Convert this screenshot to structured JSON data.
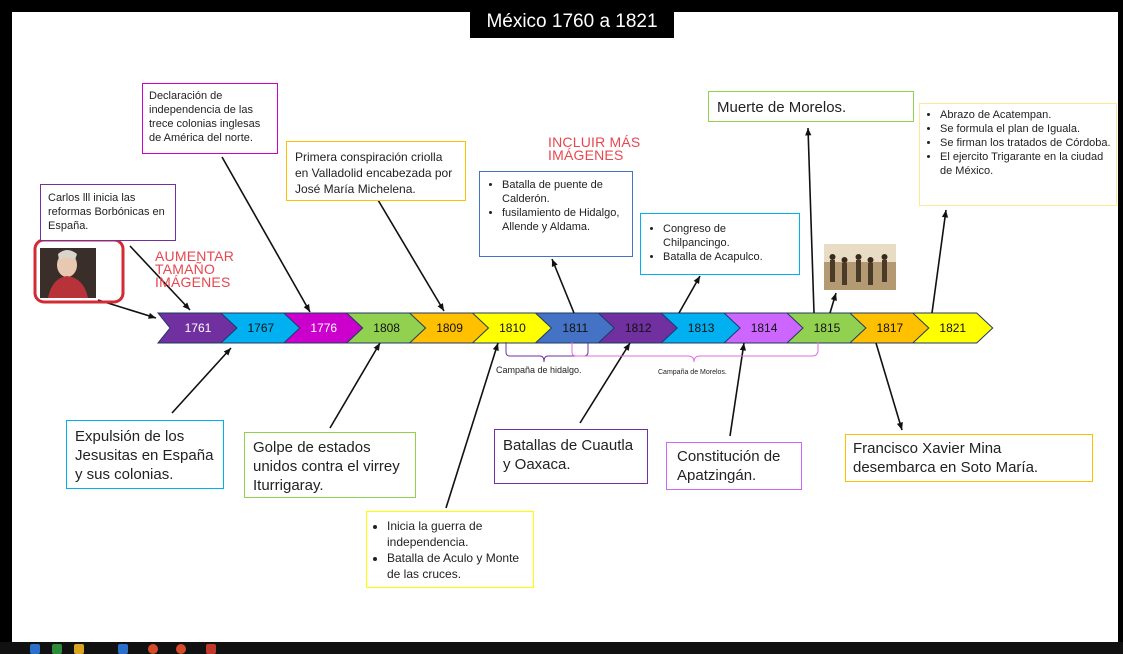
{
  "title": "México 1760 a 1821",
  "years": [
    {
      "label": "1761",
      "color": "#7030A0",
      "text": "#ffffff"
    },
    {
      "label": "1767",
      "color": "#00B0F0",
      "text": "#111111"
    },
    {
      "label": "1776",
      "color": "#CC00CC",
      "text": "#ffffff"
    },
    {
      "label": "1808",
      "color": "#92D050",
      "text": "#111111"
    },
    {
      "label": "1809",
      "color": "#FFC000",
      "text": "#111111"
    },
    {
      "label": "1810",
      "color": "#FFFF00",
      "text": "#111111"
    },
    {
      "label": "1811",
      "color": "#4472C4",
      "text": "#111111"
    },
    {
      "label": "1812",
      "color": "#7030A0",
      "text": "#111111"
    },
    {
      "label": "1813",
      "color": "#00B0F0",
      "text": "#111111"
    },
    {
      "label": "1814",
      "color": "#CC66FF",
      "text": "#111111"
    },
    {
      "label": "1815",
      "color": "#92D050",
      "text": "#111111"
    },
    {
      "label": "1817",
      "color": "#FFC000",
      "text": "#111111"
    },
    {
      "label": "1821",
      "color": "#FFFF00",
      "text": "#111111"
    }
  ],
  "events": {
    "carlos": "Carlos lll inicia las reformas Borbónicas en España.",
    "declaracion": "Declaración de independencia de las trece colonias inglesas de América del norte.",
    "conspiracion": "Primera conspiración criolla en Valladolid encabezada por José María Michelena.",
    "batallas_1811": [
      "Batalla de puente de Calderón.",
      "fusilamiento de Hidalgo, Allende y Aldama."
    ],
    "congreso": [
      "Congreso de Chilpancingo.",
      "Batalla de Acapulco."
    ],
    "muerte": "Muerte de Morelos.",
    "abrazo": [
      "Abrazo de Acatempan.",
      "Se formula el plan de Iguala.",
      "Se firman los tratados de Córdoba.",
      "El ejercito Trigarante en la ciudad de México."
    ],
    "expulsion": "Expulsión de los Jesusitas en España y sus colonias.",
    "golpe": "Golpe de estados unidos contra el virrey Iturrigaray.",
    "inicia": [
      "Inicia la guerra de independencia.",
      "Batalla de Aculo y Monte de las cruces."
    ],
    "cuautla": "Batallas de Cuautla y Oaxaca.",
    "constitucion": "Constitución de Apatzingán.",
    "mina": "Francisco Xavier Mina desembarca en Soto María."
  },
  "notes": {
    "aumentar": "AUMENTAR TAMAÑO IMÁGENES",
    "incluir": "INCLUIR MÁS IMÁGENES"
  },
  "braces": {
    "hidalgo": "Campaña de hidalgo.",
    "morelos": "Campaña de Morelos."
  },
  "images": {
    "portrait": "portrait-of-carlos-iii",
    "battle": "battle-scene-painting"
  }
}
